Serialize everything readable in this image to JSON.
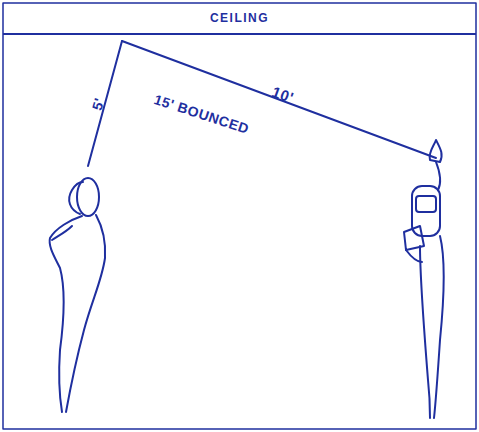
{
  "diagram": {
    "nodes": [
      {
        "text": [
          "CEILING"
        ]
      }
    ],
    "labels": [
      "5'",
      "10'",
      "15' BOUNCED"
    ]
  }
}
